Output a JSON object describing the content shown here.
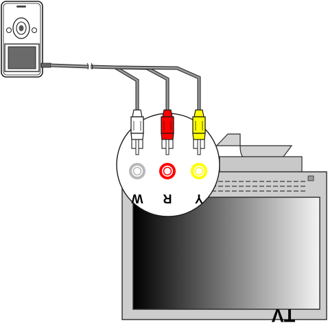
{
  "diagram": {
    "tv_label": "TV",
    "connectors": [
      {
        "letter": "W",
        "color": "#ffffff",
        "ring": "#b8b8b8"
      },
      {
        "letter": "R",
        "color": "#ff0000",
        "ring": "#ff0000"
      },
      {
        "letter": "Y",
        "color": "#ffff00",
        "ring": "#ffff00"
      }
    ]
  }
}
